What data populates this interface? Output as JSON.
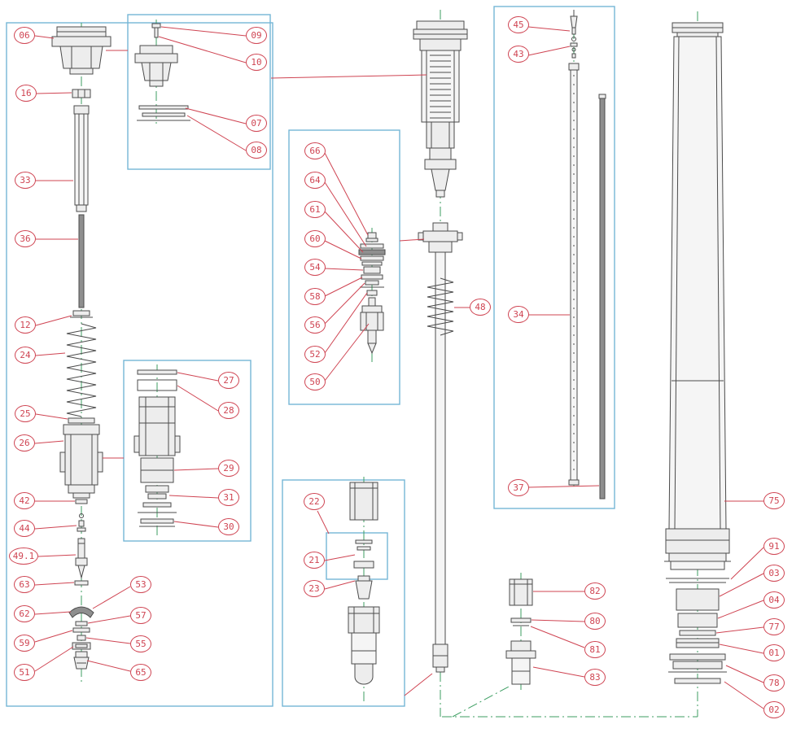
{
  "diagram": {
    "type": "exploded-parts-diagram",
    "colors": {
      "red": "#cf4452",
      "box": "#74b6d6",
      "green": "#3c9e62",
      "part": "#4b4b4b",
      "fill": "#ededed"
    },
    "callouts": {
      "c06": {
        "label": "06"
      },
      "c16": {
        "label": "16"
      },
      "c33": {
        "label": "33"
      },
      "c36": {
        "label": "36"
      },
      "c12": {
        "label": "12"
      },
      "c24": {
        "label": "24"
      },
      "c25": {
        "label": "25"
      },
      "c26": {
        "label": "26"
      },
      "c42": {
        "label": "42"
      },
      "c44": {
        "label": "44"
      },
      "c49_1": {
        "label": "49.1"
      },
      "c63": {
        "label": "63"
      },
      "c62": {
        "label": "62"
      },
      "c59": {
        "label": "59"
      },
      "c51": {
        "label": "51"
      },
      "c53": {
        "label": "53"
      },
      "c57": {
        "label": "57"
      },
      "c55": {
        "label": "55"
      },
      "c65": {
        "label": "65"
      },
      "c09": {
        "label": "09"
      },
      "c10": {
        "label": "10"
      },
      "c07": {
        "label": "07"
      },
      "c08": {
        "label": "08"
      },
      "c27": {
        "label": "27"
      },
      "c28": {
        "label": "28"
      },
      "c29": {
        "label": "29"
      },
      "c31": {
        "label": "31"
      },
      "c30": {
        "label": "30"
      },
      "c66": {
        "label": "66"
      },
      "c64": {
        "label": "64"
      },
      "c61": {
        "label": "61"
      },
      "c60": {
        "label": "60"
      },
      "c54": {
        "label": "54"
      },
      "c58": {
        "label": "58"
      },
      "c56": {
        "label": "56"
      },
      "c52": {
        "label": "52"
      },
      "c50": {
        "label": "50"
      },
      "c48": {
        "label": "48"
      },
      "c22": {
        "label": "22"
      },
      "c21": {
        "label": "21"
      },
      "c23": {
        "label": "23"
      },
      "c45": {
        "label": "45"
      },
      "c43": {
        "label": "43"
      },
      "c34": {
        "label": "34"
      },
      "c37": {
        "label": "37"
      },
      "c82": {
        "label": "82"
      },
      "c80": {
        "label": "80"
      },
      "c81": {
        "label": "81"
      },
      "c83": {
        "label": "83"
      },
      "c75": {
        "label": "75"
      },
      "c91": {
        "label": "91"
      },
      "c03": {
        "label": "03"
      },
      "c04": {
        "label": "04"
      },
      "c77": {
        "label": "77"
      },
      "c01": {
        "label": "01"
      },
      "c78": {
        "label": "78"
      },
      "c02": {
        "label": "02"
      }
    }
  }
}
